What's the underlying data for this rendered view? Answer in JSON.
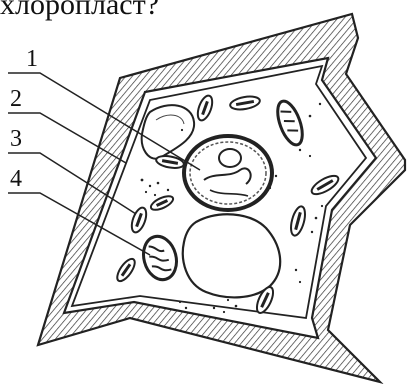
{
  "caption_fragment": "хлоропласт?",
  "labels": [
    "1",
    "2",
    "3",
    "4"
  ]
}
